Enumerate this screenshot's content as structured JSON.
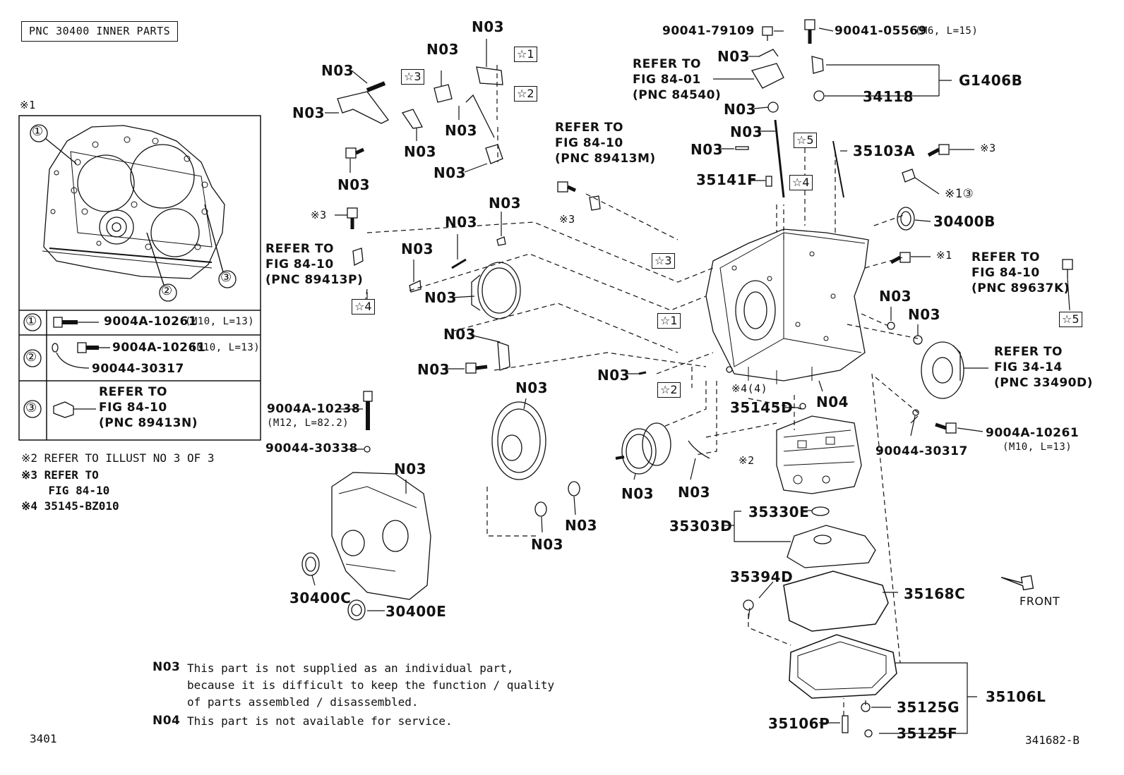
{
  "header": {
    "title": "PNC 30400 INNER PARTS"
  },
  "inset": {
    "mark": "※1",
    "rows": [
      {
        "num": "①",
        "part": "9004A-10261",
        "spec": "(M10, L=13)"
      },
      {
        "num": "②",
        "part": "9004A-10261",
        "spec": "(M10, L=13)",
        "sub": "90044-30317"
      },
      {
        "num": "③",
        "ref1": "REFER TO",
        "ref2": "FIG 84-10",
        "ref3": "(PNC 89413N)"
      }
    ],
    "callouts": [
      "①",
      "②",
      "③"
    ]
  },
  "side_notes": [
    "※2 REFER TO ILLUST NO 3 OF 3",
    "※3 REFER TO",
    "    FIG 84-10",
    "※4 35145-BZ010"
  ],
  "labels": {
    "n03": "N03",
    "n04": "N04",
    "p90041_79109": "90041-79109",
    "p90041_05569": "90041-05569",
    "p90041_05569_spec": "(M6, L=15)",
    "g1406b": "G1406B",
    "p34118": "34118",
    "p35103a": "35103A",
    "p35141f": "35141F",
    "p30400b": "30400B",
    "p35145d": "35145D",
    "p9004a_10238": "9004A-10238",
    "p9004a_10238_spec": "(M12, L=82.2)",
    "p90044_30338": "90044-30338",
    "p9004a_10261": "9004A-10261",
    "p9004a_10261_spec": "(M10, L=13)",
    "p90044_30317": "90044-30317",
    "p35330e": "35330E",
    "p35303d": "35303D",
    "p35394d": "35394D",
    "p35168c": "35168C",
    "p35106l": "35106L",
    "p35125g": "35125G",
    "p35125f": "35125F",
    "p35106p": "35106P",
    "p30400c": "30400C",
    "p30400e": "30400E",
    "x1_3": "※1③",
    "x1": "※1",
    "x3": "※3",
    "x2": "※2",
    "x4_4": "※4(4)",
    "front": "FRONT",
    "refer_to": "REFER TO",
    "fig_84_01": "FIG 84-01",
    "pnc_84540": "(PNC 84540)",
    "fig_84_10": "FIG 84-10",
    "pnc_89413m": "(PNC 89413M)",
    "pnc_89413p": "(PNC 89413P)",
    "pnc_89637k": "(PNC 89637K)",
    "fig_34_14": "FIG 34-14",
    "pnc_33490d": "(PNC 33490D)"
  },
  "stars": [
    "☆1",
    "☆2",
    "☆3",
    "☆4",
    "☆5"
  ],
  "legend": {
    "n03_code": "N03",
    "n03_line1": "This part is not supplied as an individual part,",
    "n03_line2": "because it is difficult to keep the function / quality",
    "n03_line3": "of parts assembled / disassembled.",
    "n04_code": "N04",
    "n04_line1": "This part is not available for service."
  },
  "footer": {
    "page": "3401",
    "illust_id": "341682-B"
  }
}
